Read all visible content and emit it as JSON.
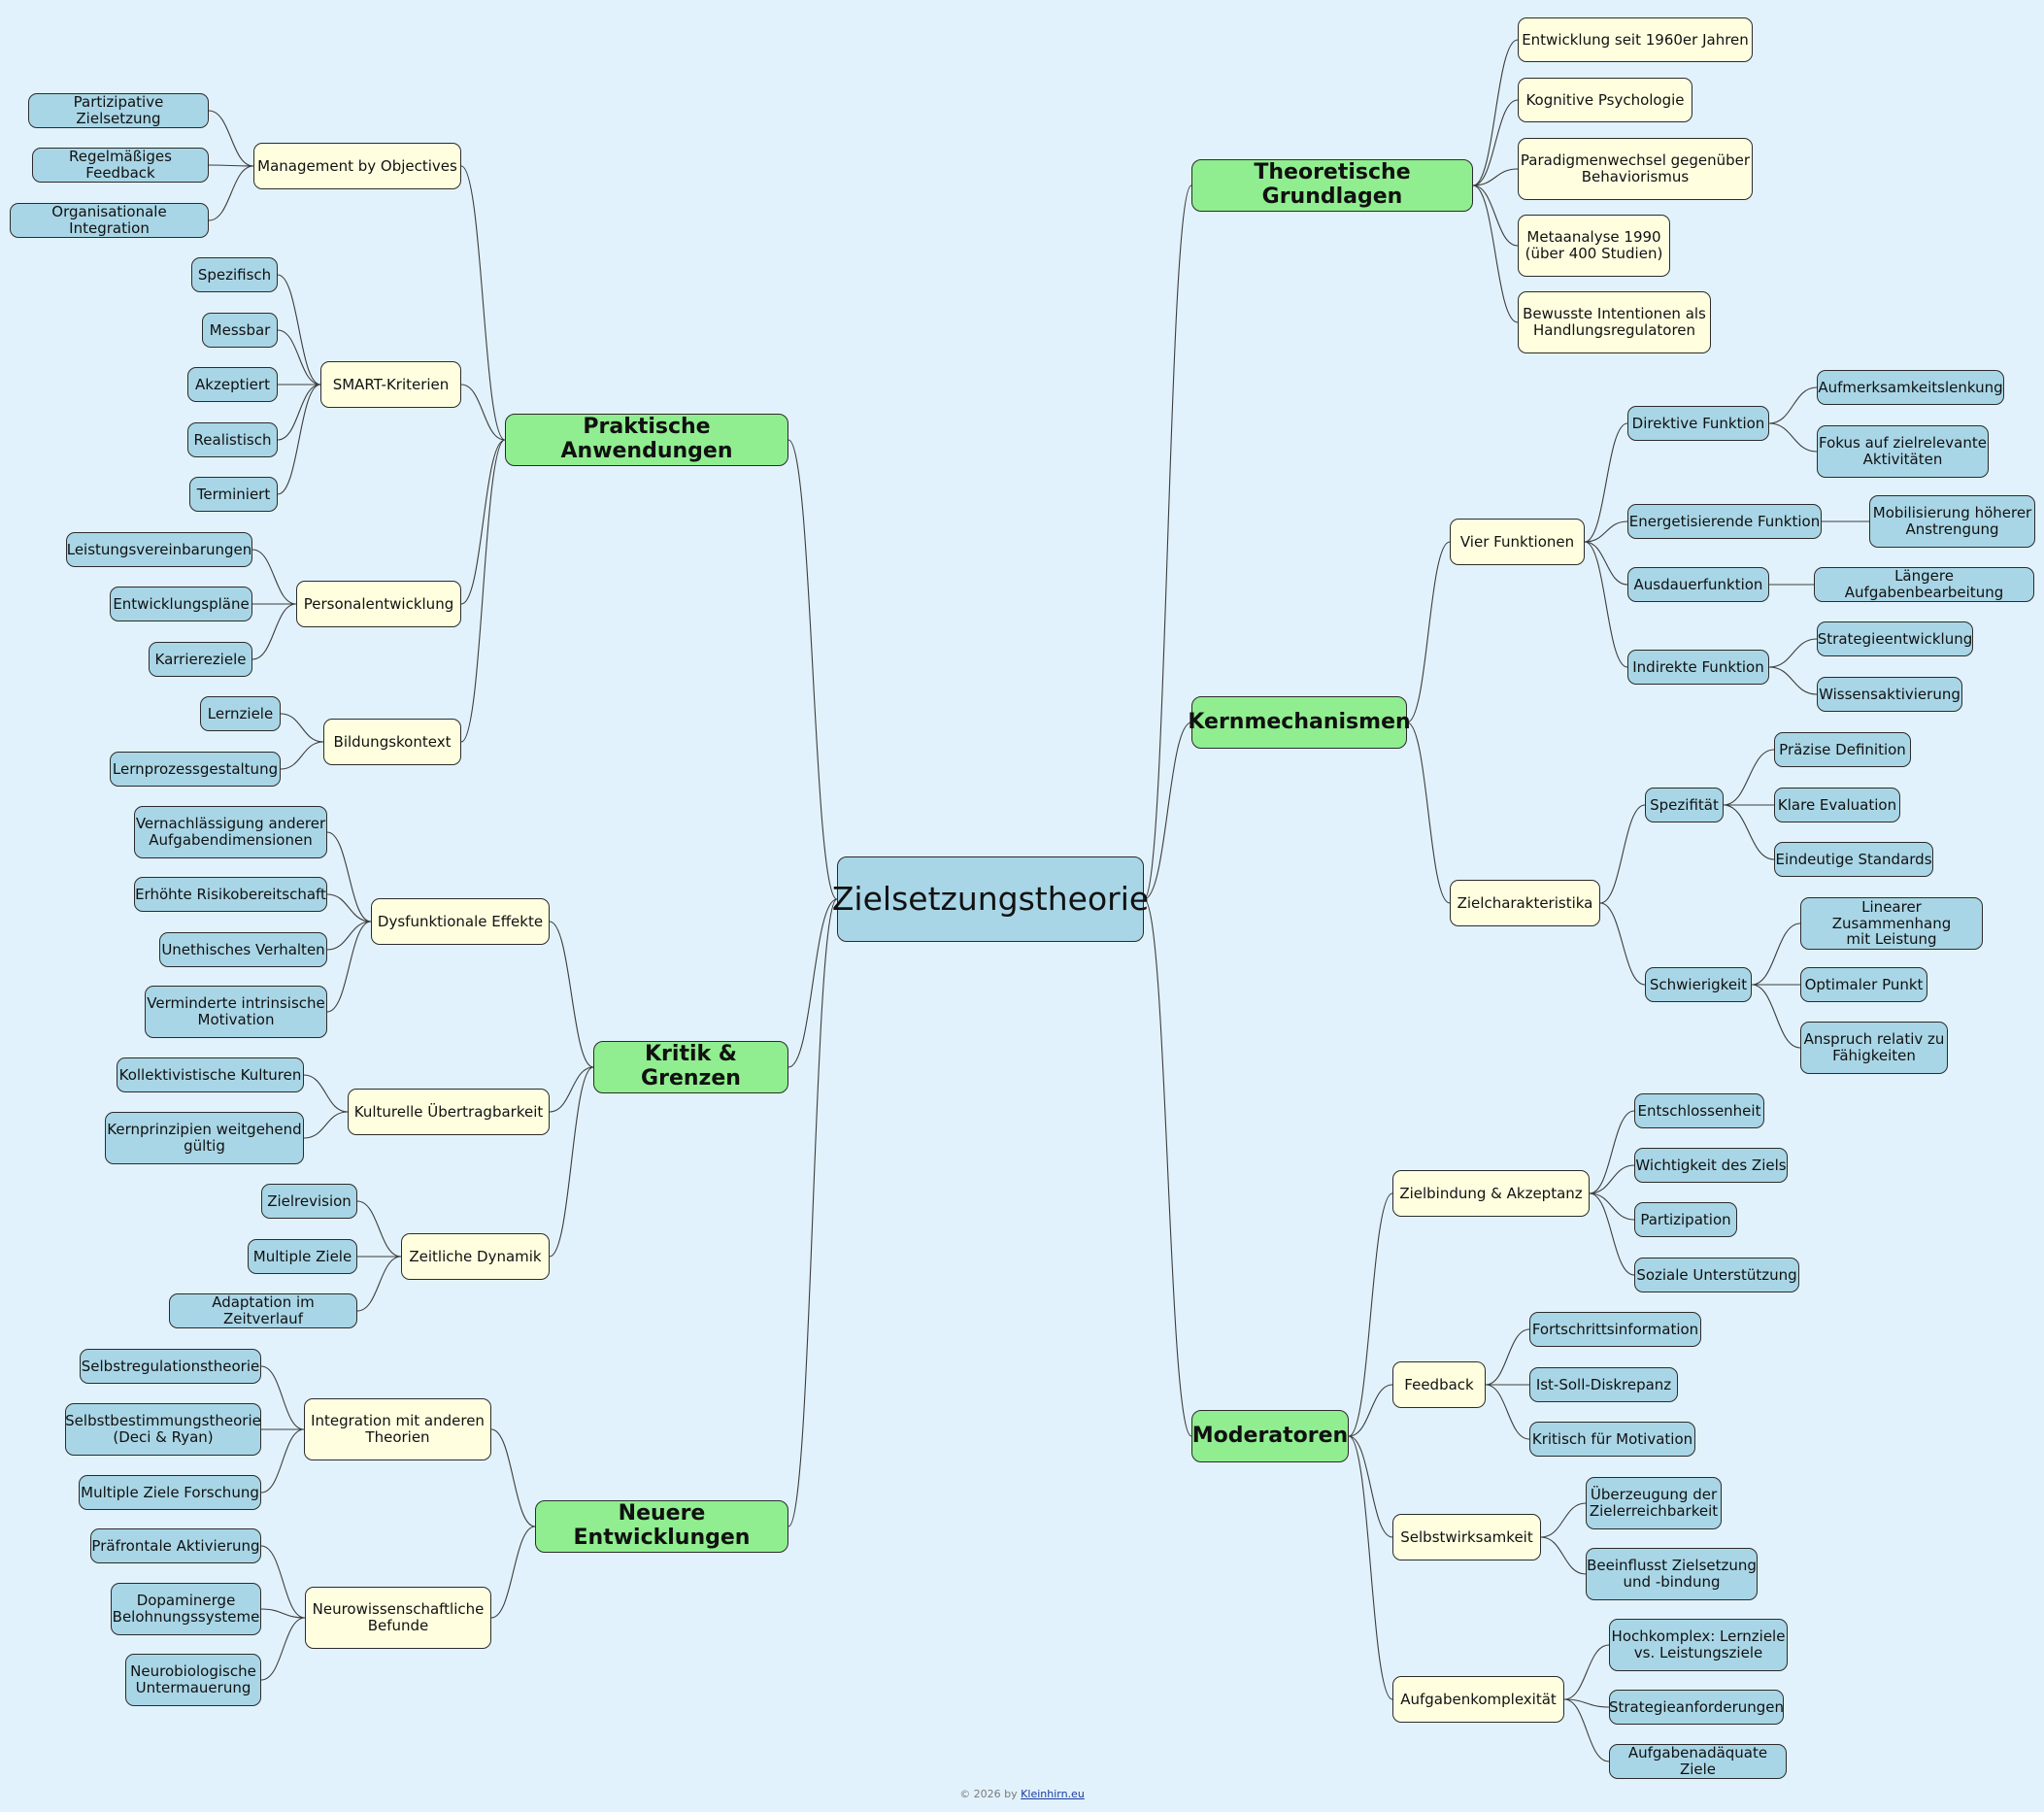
{
  "root": {
    "label": "Zielsetzungstheorie"
  },
  "branches": {
    "theoretische": {
      "label": "Theoretische Grundlagen",
      "items": [
        {
          "label": "Entwicklung seit 1960er Jahren"
        },
        {
          "label": "Kognitive Psychologie"
        },
        {
          "label": "Paradigmenwechsel gegenüber\nBehaviorismus"
        },
        {
          "label": "Metaanalyse 1990\n(über 400 Studien)"
        },
        {
          "label": "Bewusste Intentionen als\nHandlungsregulatoren"
        }
      ]
    },
    "kern": {
      "label": "Kernmechanismen",
      "vier": {
        "label": "Vier Funktionen",
        "items": [
          {
            "label": "Direktive Funktion",
            "children": [
              "Aufmerksamkeitslenkung",
              "Fokus auf zielrelevante\nAktivitäten"
            ]
          },
          {
            "label": "Energetisierende Funktion",
            "children": [
              "Mobilisierung höherer\nAnstrengung"
            ]
          },
          {
            "label": "Ausdauerfunktion",
            "children": [
              "Längere Aufgabenbearbeitung"
            ]
          },
          {
            "label": "Indirekte Funktion",
            "children": [
              "Strategieentwicklung",
              "Wissensaktivierung"
            ]
          }
        ]
      },
      "ziel": {
        "label": "Zielcharakteristika",
        "items": [
          {
            "label": "Spezifität",
            "children": [
              "Präzise Definition",
              "Klare Evaluation",
              "Eindeutige Standards"
            ]
          },
          {
            "label": "Schwierigkeit",
            "children": [
              "Linearer Zusammenhang\nmit Leistung",
              "Optimaler Punkt",
              "Anspruch relativ zu\nFähigkeiten"
            ]
          }
        ]
      }
    },
    "moderatoren": {
      "label": "Moderatoren",
      "items": [
        {
          "label": "Zielbindung & Akzeptanz",
          "children": [
            "Entschlossenheit",
            "Wichtigkeit des Ziels",
            "Partizipation",
            "Soziale Unterstützung"
          ]
        },
        {
          "label": "Feedback",
          "children": [
            "Fortschrittsinformation",
            "Ist-Soll-Diskrepanz",
            "Kritisch für Motivation"
          ]
        },
        {
          "label": "Selbstwirksamkeit",
          "children": [
            "Überzeugung der\nZielerreichbarkeit",
            "Beeinflusst Zielsetzung\nund -bindung"
          ]
        },
        {
          "label": "Aufgabenkomplexität",
          "children": [
            "Hochkomplex: Lernziele\nvs. Leistungsziele",
            "Strategieanforderungen",
            "Aufgabenadäquate Ziele"
          ]
        }
      ]
    },
    "praktisch": {
      "label": "Praktische Anwendungen",
      "items": [
        {
          "label": "Management by Objectives",
          "children": [
            "Partizipative Zielsetzung",
            "Regelmäßiges Feedback",
            "Organisationale Integration"
          ]
        },
        {
          "label": "SMART-Kriterien",
          "children": [
            "Spezifisch",
            "Messbar",
            "Akzeptiert",
            "Realistisch",
            "Terminiert"
          ]
        },
        {
          "label": "Personalentwicklung",
          "children": [
            "Leistungsvereinbarungen",
            "Entwicklungspläne",
            "Karriereziele"
          ]
        },
        {
          "label": "Bildungskontext",
          "children": [
            "Lernziele",
            "Lernprozessgestaltung"
          ]
        }
      ]
    },
    "kritik": {
      "label": "Kritik & Grenzen",
      "items": [
        {
          "label": "Dysfunktionale Effekte",
          "children": [
            "Vernachlässigung anderer\nAufgabendimensionen",
            "Erhöhte Risikobereitschaft",
            "Unethisches Verhalten",
            "Verminderte intrinsische\nMotivation"
          ]
        },
        {
          "label": "Kulturelle Übertragbarkeit",
          "children": [
            "Kollektivistische Kulturen",
            "Kernprinzipien weitgehend\ngültig"
          ]
        },
        {
          "label": "Zeitliche Dynamik",
          "children": [
            "Zielrevision",
            "Multiple Ziele",
            "Adaptation im Zeitverlauf"
          ]
        }
      ]
    },
    "neuere": {
      "label": "Neuere Entwicklungen",
      "items": [
        {
          "label": "Integration mit anderen\nTheorien",
          "children": [
            "Selbstregulationstheorie",
            "Selbstbestimmungstheorie\n(Deci & Ryan)",
            "Multiple Ziele Forschung"
          ]
        },
        {
          "label": "Neurowissenschaftliche\nBefunde",
          "children": [
            "Präfrontale Aktivierung",
            "Dopaminerge\nBelohnungssysteme",
            "Neurobiologische\nUntermauerung"
          ]
        }
      ]
    }
  },
  "footer": {
    "prefix": "© 2026 by ",
    "link": "Kleinhirn.eu"
  }
}
